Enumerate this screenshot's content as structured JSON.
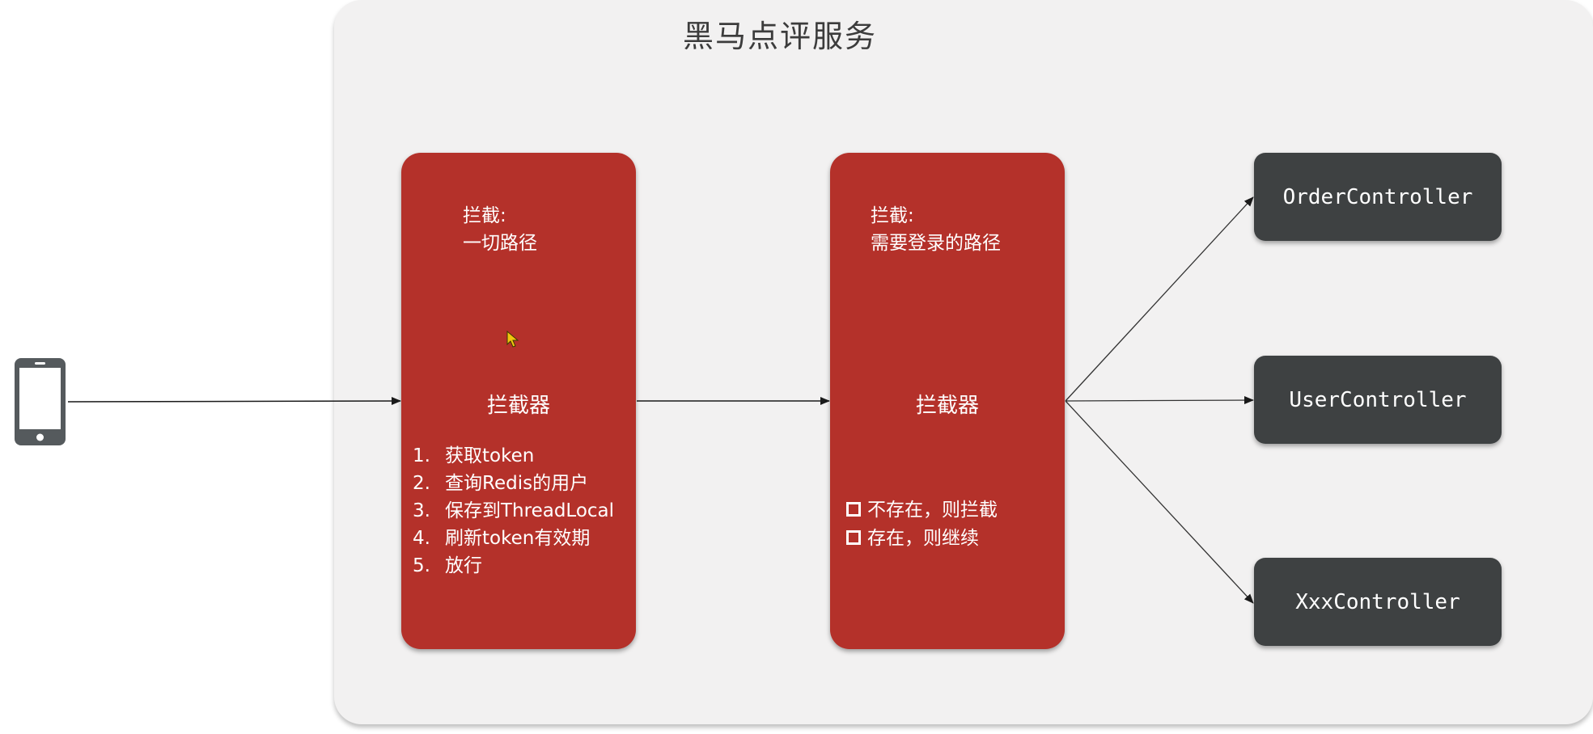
{
  "diagram": {
    "title": "黑马点评服务",
    "client": {
      "icon": "smartphone-icon"
    },
    "interceptor_1": {
      "scope_line1": "拦截:",
      "scope_line2": "一切路径",
      "label": "拦截器",
      "steps": [
        {
          "num": "1.",
          "text": "获取token"
        },
        {
          "num": "2.",
          "text": "查询Redis的用户"
        },
        {
          "num": "3.",
          "text": "保存到ThreadLocal"
        },
        {
          "num": "4.",
          "text": "刷新token有效期"
        },
        {
          "num": "5.",
          "text": "放行"
        }
      ]
    },
    "interceptor_2": {
      "scope_line1": "拦截:",
      "scope_line2": "需要登录的路径",
      "label": "拦截器",
      "checks": [
        {
          "text": "不存在，则拦截"
        },
        {
          "text": "存在，则继续"
        }
      ]
    },
    "controllers": [
      {
        "label": "OrderController"
      },
      {
        "label": "UserController"
      },
      {
        "label": "XxxController"
      }
    ],
    "colors": {
      "interceptor": "#b4312a",
      "controller": "#3e4142",
      "panel": "#f2f1f1",
      "arrow": "#1a1a1a"
    }
  }
}
